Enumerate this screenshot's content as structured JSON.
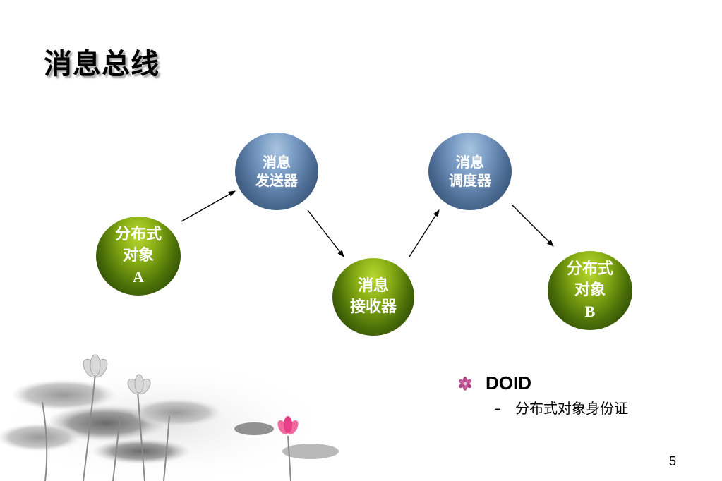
{
  "slide": {
    "title": "消息总线",
    "page_number": "5"
  },
  "diagram": {
    "nodes": {
      "obj_a": {
        "lines": [
          "分布式",
          "对象",
          "A"
        ]
      },
      "sender": {
        "lines": [
          "消息",
          "发送器"
        ]
      },
      "receiver": {
        "lines": [
          "消息",
          "接收器"
        ]
      },
      "scheduler": {
        "lines": [
          "消息",
          "调度器"
        ]
      },
      "obj_b": {
        "lines": [
          "分布式",
          "对象",
          "B"
        ]
      }
    },
    "colors": {
      "green_node": "#4c7008",
      "blue_node": "#4e6e96",
      "arrow": "#000000"
    }
  },
  "bullets": {
    "main": "DOID",
    "sub_dash": "–",
    "sub": "分布式对象身份证"
  },
  "decor": {
    "bullet_icon": "lotus-flower-icon",
    "painting": "ink-lotus-painting"
  }
}
